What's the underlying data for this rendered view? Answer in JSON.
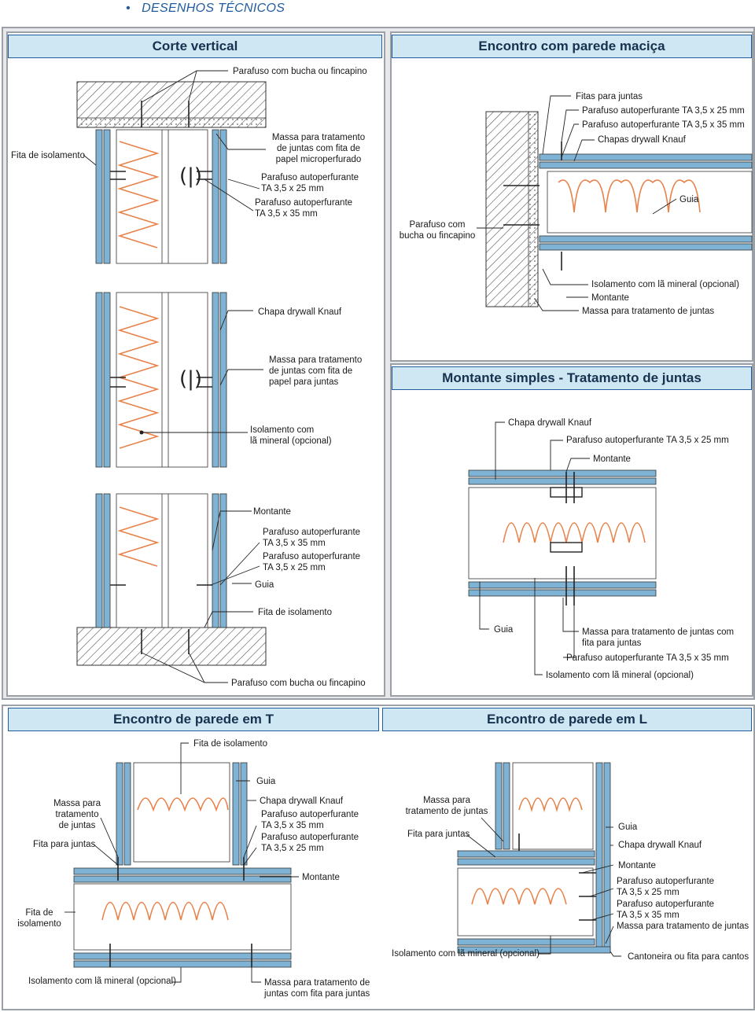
{
  "header": {
    "bullet": "•",
    "title": "DESENHOS TÉCNICOS"
  },
  "panels": {
    "corte_vertical": {
      "title": "Corte vertical",
      "labels": {
        "parafuso_bucha_top": "Parafuso com bucha ou fincapino",
        "fita_isolamento_left": "Fita de isolamento",
        "massa_micro": "Massa para tratamento\nde juntas com fita de\npapel microperfurado",
        "parafuso_25": "Parafuso autoperfurante\nTA 3,5 x 25 mm",
        "parafuso_35": "Parafuso autoperfurante\nTA 3,5 x 35 mm",
        "chapa": "Chapa drywall Knauf",
        "massa_papel": "Massa para tratamento\nde juntas com fita de\npapel para juntas",
        "isolamento": "Isolamento com\nlã mineral (opcional)",
        "montante": "Montante",
        "parafuso_35b": "Parafuso autoperfurante\nTA 3,5 x 35 mm",
        "parafuso_25b": "Parafuso autoperfurante\nTA 3,5 x 25 mm",
        "guia": "Guia",
        "fita_isolamento_bottom": "Fita de isolamento",
        "parafuso_bucha_bottom": "Parafuso com bucha ou fincapino"
      }
    },
    "encontro_macica": {
      "title": "Encontro com parede maciça",
      "labels": {
        "fitas": "Fitas para juntas",
        "parafuso_25": "Parafuso autoperfurante TA 3,5 x 25 mm",
        "parafuso_35": "Parafuso autoperfurante TA 3,5 x 35 mm",
        "chapas": "Chapas drywall Knauf",
        "guia": "Guia",
        "parafuso_bucha": "Parafuso com\nbucha ou fincapino",
        "isolamento": "Isolamento com lã mineral (opcional)",
        "montante": "Montante",
        "massa": "Massa para tratamento de juntas"
      }
    },
    "montante_simples": {
      "title": "Montante simples - Tratamento de juntas",
      "labels": {
        "chapa": "Chapa drywall Knauf",
        "parafuso_25": "Parafuso autoperfurante TA 3,5 x 25 mm",
        "montante": "Montante",
        "guia": "Guia",
        "massa": "Massa para tratamento de juntas com\nfita para juntas",
        "parafuso_35": "Parafuso autoperfurante TA 3,5 x 35 mm",
        "isolamento": "Isolamento com lã mineral (opcional)"
      }
    },
    "encontro_t": {
      "title": "Encontro de parede em T",
      "labels": {
        "fita_isolamento_top": "Fita de isolamento",
        "guia": "Guia",
        "massa": "Massa para\ntratamento\nde juntas",
        "fita_juntas": "Fita para juntas",
        "chapa": "Chapa drywall Knauf",
        "parafuso_35": "Parafuso autoperfurante\nTA 3,5 x 35 mm",
        "parafuso_25": "Parafuso autoperfurante\nTA 3,5 x 25 mm",
        "montante": "Montante",
        "fita_isolamento_left": "Fita de\nisolamento",
        "isolamento": "Isolamento com lã mineral (opcional)",
        "massa_fita": "Massa para tratamento de\njuntas com fita para juntas"
      }
    },
    "encontro_l": {
      "title": "Encontro de parede em L",
      "labels": {
        "massa": "Massa para\ntratamento de juntas",
        "fita_juntas": "Fita para juntas",
        "guia": "Guia",
        "chapa": "Chapa drywall Knauf",
        "montante": "Montante",
        "parafuso_25": "Parafuso autoperfurante\nTA 3,5 x 25 mm",
        "parafuso_35": "Parafuso autoperfurante\nTA 3,5 x 35 mm",
        "massa_juntas": "Massa para tratamento de juntas",
        "isolamento": "Isolamento com lã mineral (opcional)",
        "cantoneira": "Cantoneira ou fita para cantos"
      }
    }
  },
  "colors": {
    "board": "#7fb3d5",
    "insulation": "#e8824a",
    "title_bg": "#cfe6f3",
    "title_text": "#16324f",
    "header": "#1f5b9e",
    "frame": "#9aa0a6"
  }
}
